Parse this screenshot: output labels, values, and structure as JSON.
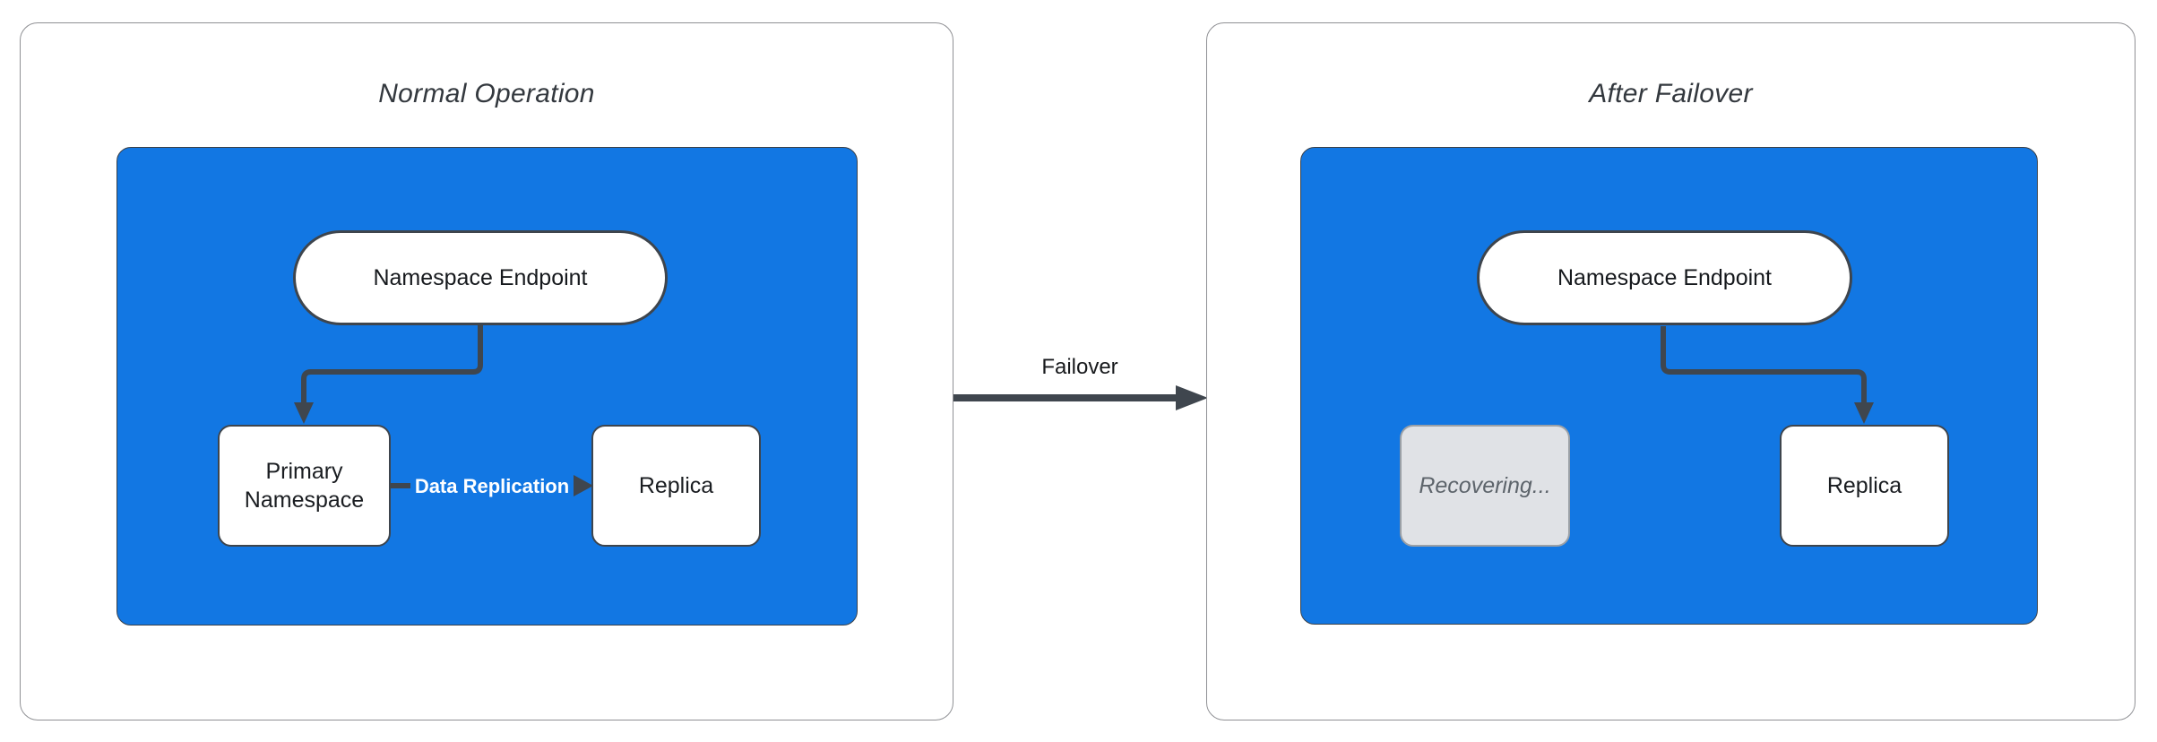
{
  "left_panel": {
    "title": "Normal Operation",
    "endpoint_label": "Namespace Endpoint",
    "primary_label": "Primary Namespace",
    "replica_label": "Replica",
    "replication_label": "Data Replication"
  },
  "transition": {
    "label": "Failover"
  },
  "right_panel": {
    "title": "After Failover",
    "endpoint_label": "Namespace Endpoint",
    "recovering_label": "Recovering...",
    "replica_label": "Replica"
  },
  "colors": {
    "container_blue": "#1277e3",
    "stroke_dark": "#3f464e",
    "node_fill": "#ffffff",
    "recovering_fill": "#e0e2e6",
    "recovering_text": "#5d646b",
    "panel_border": "#8f9094",
    "title_text": "#33383e",
    "node_text": "#1a1d21",
    "replication_label_text": "#ffffff"
  }
}
